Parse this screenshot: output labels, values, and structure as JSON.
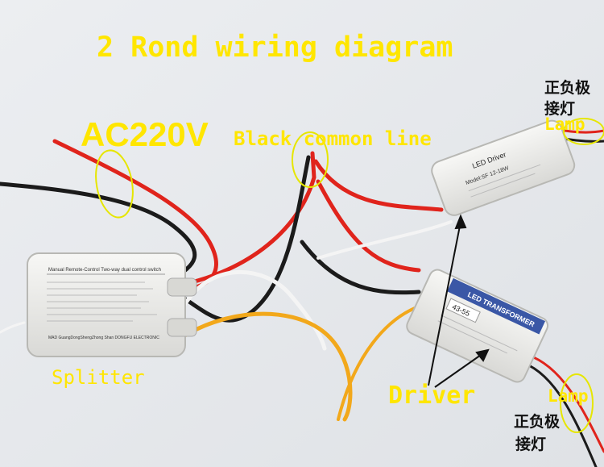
{
  "title": "2 Rond wiring diagram",
  "labels": {
    "ac_voltage": "AC220V",
    "black_common_line": "Black common line",
    "splitter": "Splitter",
    "driver": "Driver",
    "lamp_top": "Lamp",
    "lamp_bottom": "Lamp",
    "lamp_note_top_line1": "正负极",
    "lamp_note_top_line2": "接灯",
    "lamp_note_bottom_line1": "正负极",
    "lamp_note_bottom_line2": "接灯"
  },
  "splitter_box": {
    "line1": "Manual Remote-Control Two-way dual control switch",
    "line2": "MAD GuangDongShengZhong Shan DONGFU ELECTRONIC"
  },
  "driver_top": {
    "line1": "LED Driver",
    "line2": "Model:SF 12-18W"
  },
  "driver_bottom": {
    "line1": "LED TRANSFORMER",
    "line2": "43-55"
  },
  "colors": {
    "annotation_text": "#ffe600",
    "highlight_ellipse": "#e6e600",
    "arrow": "#111111",
    "wire_red": "#e0241c",
    "wire_black": "#1b1b1b",
    "wire_white": "#f4f4f4",
    "wire_yellow": "#f2a81b"
  }
}
